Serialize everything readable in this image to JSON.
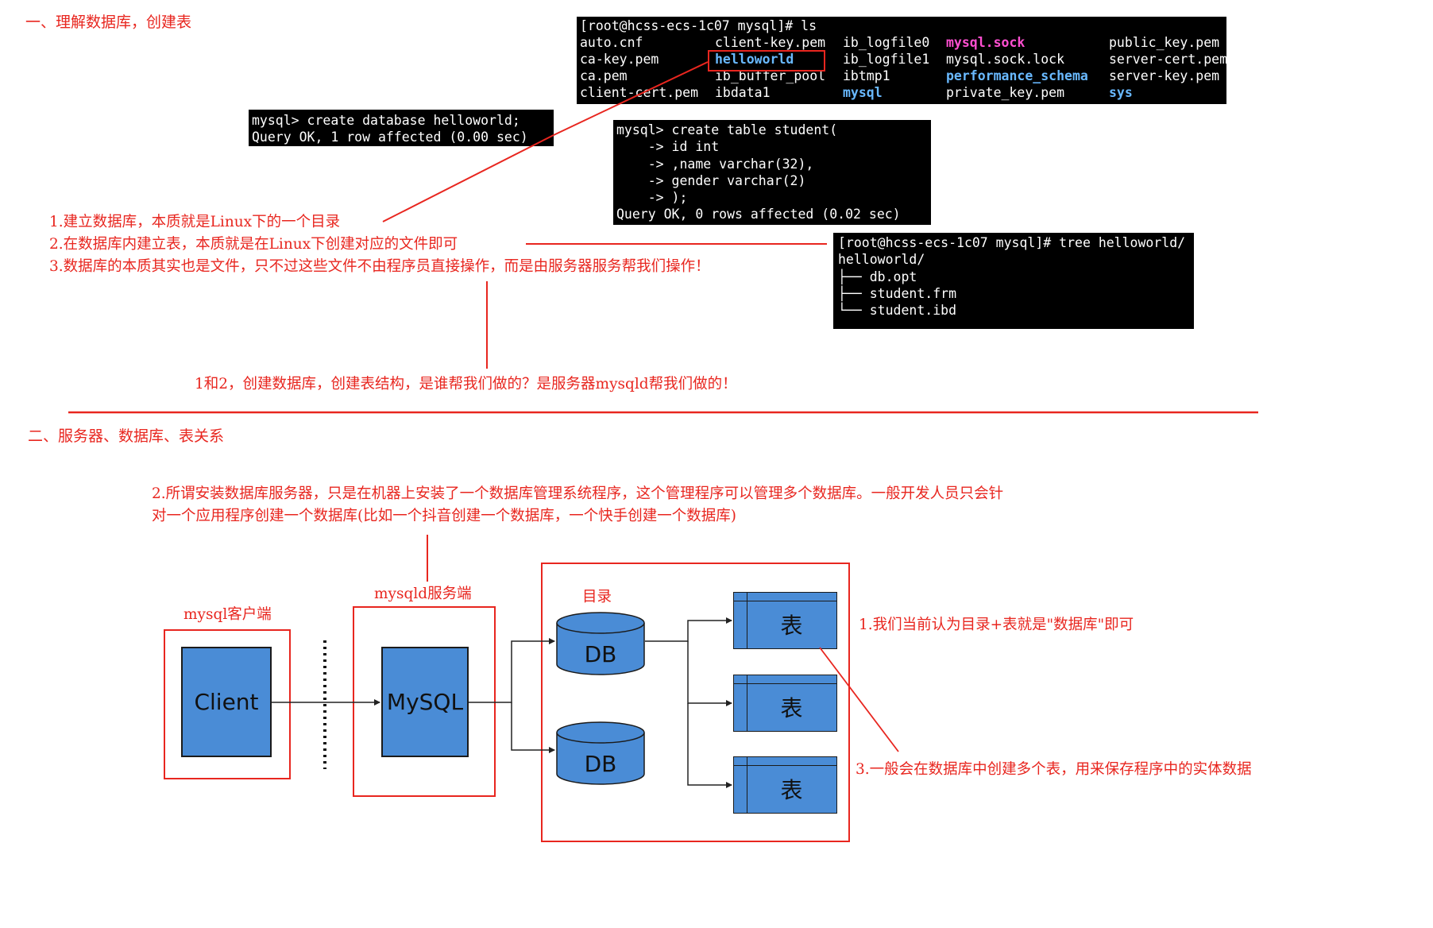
{
  "section1": {
    "heading": "一、理解数据库，创建表",
    "ls_terminal": {
      "prompt": "[root@hcss-ecs-1c07 mysql]# ls",
      "col1": [
        "auto.cnf",
        "ca-key.pem",
        "ca.pem",
        "client-cert.pem"
      ],
      "col2": [
        "client-key.pem",
        "helloworld",
        "ib_buffer_pool",
        "ibdata1"
      ],
      "col3": [
        "ib_logfile0",
        "ib_logfile1",
        "ibtmp1",
        "mysql"
      ],
      "col4": [
        "mysql.sock",
        "mysql.sock.lock",
        "performance_schema",
        "private_key.pem"
      ],
      "col5": [
        "public_key.pem",
        "server-cert.pem",
        "server-key.pem",
        "sys"
      ]
    },
    "create_db_terminal": {
      "line1": "mysql> create database helloworld;",
      "line2": "Query OK, 1 row affected (0.00 sec)"
    },
    "create_table_terminal": {
      "lines": [
        "mysql> create table student(",
        "    -> id int",
        "    -> ,name varchar(32),",
        "    -> gender varchar(2)",
        "    -> );",
        "Query OK, 0 rows affected (0.02 sec)"
      ]
    },
    "tree_terminal": {
      "lines": [
        "[root@hcss-ecs-1c07 mysql]# tree helloworld/",
        "helloworld/",
        "├── db.opt",
        "├── student.frm",
        "└── student.ibd"
      ]
    },
    "notes": [
      "1.建立数据库，本质就是Linux下的一个目录",
      "2.在数据库内建立表，本质就是在Linux下创建对应的文件即可",
      "3.数据库的本质其实也是文件，只不过这些文件不由程序员直接操作，而是由服务器服务帮我们操作！"
    ],
    "summary": "1和2，创建数据库，创建表结构，是谁帮我们做的？是服务器mysqld帮我们做的！"
  },
  "section2": {
    "heading": "二、服务器、数据库、表关系",
    "note_line1": "2.所谓安装数据库服务器，只是在机器上安装了一个数据库管理系统程序，这个管理程序可以管理多个数据库。一般开发人员只会针",
    "note_line2": "对一个应用程序创建一个数据库(比如一个抖音创建一个数据库，一个快手创建一个数据库)",
    "client_caption": "mysql客户端",
    "server_caption": "mysqld服务端",
    "dir_caption": "目录",
    "client_label": "Client",
    "server_label": "MySQL",
    "db_labels": [
      "DB",
      "DB"
    ],
    "table_labels": [
      "表",
      "表",
      "表"
    ],
    "note_right1": "1.我们当前认为目录+表就是\"数据库\"即可",
    "note_right3": "3.一般会在数据库中创建多个表，用来保存程序中的实体数据"
  }
}
